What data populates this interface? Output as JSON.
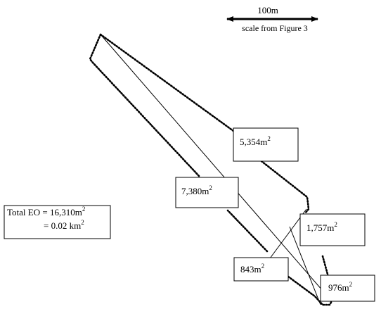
{
  "scale_bar": {
    "distance": "100m",
    "caption": "scale from Figure 3"
  },
  "areas": [
    {
      "id": "top-right",
      "value": "5,354m",
      "sup": "2"
    },
    {
      "id": "middle-left",
      "value": "7,380m",
      "sup": "2"
    },
    {
      "id": "middle-right",
      "value": "1,757m",
      "sup": "2"
    },
    {
      "id": "bottom-left",
      "value": "843m",
      "sup": "2"
    },
    {
      "id": "bottom-right",
      "value": "976m",
      "sup": "2"
    }
  ],
  "total": {
    "line1_prefix": "Total EO = 16,310m",
    "line1_sup": "2",
    "line2_prefix": "= 0.02 km",
    "line2_sup": "2"
  }
}
